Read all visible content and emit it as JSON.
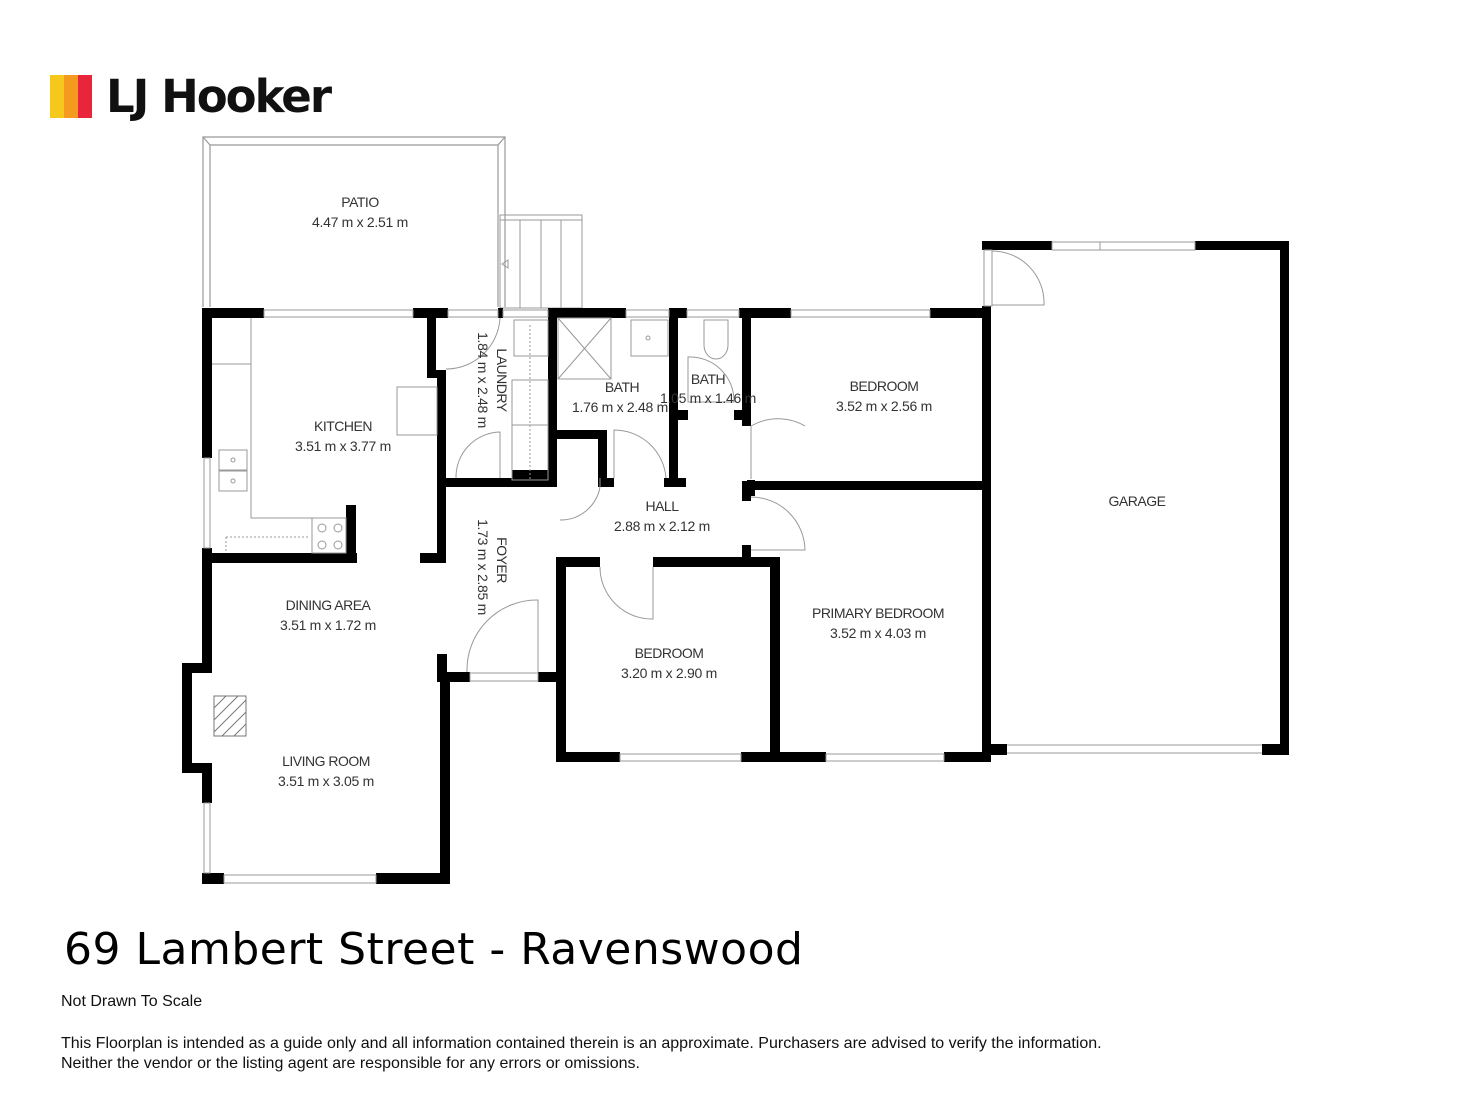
{
  "brand": {
    "name": "LJ Hooker",
    "colors": {
      "yellow": "#f5c518",
      "orange": "#f39a1f",
      "red": "#e8253a"
    }
  },
  "floorplan": {
    "rooms": [
      {
        "id": "patio",
        "name": "PATIO",
        "dims": "4.47 m x 2.51 m"
      },
      {
        "id": "kitchen",
        "name": "KITCHEN",
        "dims": "3.51 m x 3.77 m"
      },
      {
        "id": "laundry",
        "name": "LAUNDRY",
        "dims": "1.84 m x 2.48 m"
      },
      {
        "id": "bath-main",
        "name": "BATH",
        "dims": "1.76 m x 2.48 m"
      },
      {
        "id": "bath-small",
        "name": "BATH",
        "dims": "1.05 m x 1.46 m"
      },
      {
        "id": "bedroom-top",
        "name": "BEDROOM",
        "dims": "3.52 m x 2.56 m"
      },
      {
        "id": "garage",
        "name": "GARAGE",
        "dims": ""
      },
      {
        "id": "hall",
        "name": "HALL",
        "dims": "2.88 m x 2.12 m"
      },
      {
        "id": "foyer",
        "name": "FOYER",
        "dims": "1.73 m x 2.85 m"
      },
      {
        "id": "dining",
        "name": "DINING AREA",
        "dims": "3.51 m x 1.72 m"
      },
      {
        "id": "living",
        "name": "LIVING ROOM",
        "dims": "3.51 m x 3.05 m"
      },
      {
        "id": "bedroom-mid",
        "name": "BEDROOM",
        "dims": "3.20 m x 2.90 m"
      },
      {
        "id": "primary",
        "name": "PRIMARY BEDROOM",
        "dims": "3.52 m x 4.03 m"
      }
    ]
  },
  "footer": {
    "address": "69 Lambert Street - Ravenswood",
    "scale_note": "Not Drawn To Scale",
    "disclaimer_line1": "This Floorplan is intended as a guide only and all information contained therein is an approximate. Purchasers are advised to verify the information.",
    "disclaimer_line2": "Neither the vendor or the listing agent are responsible for any errors or omissions."
  }
}
